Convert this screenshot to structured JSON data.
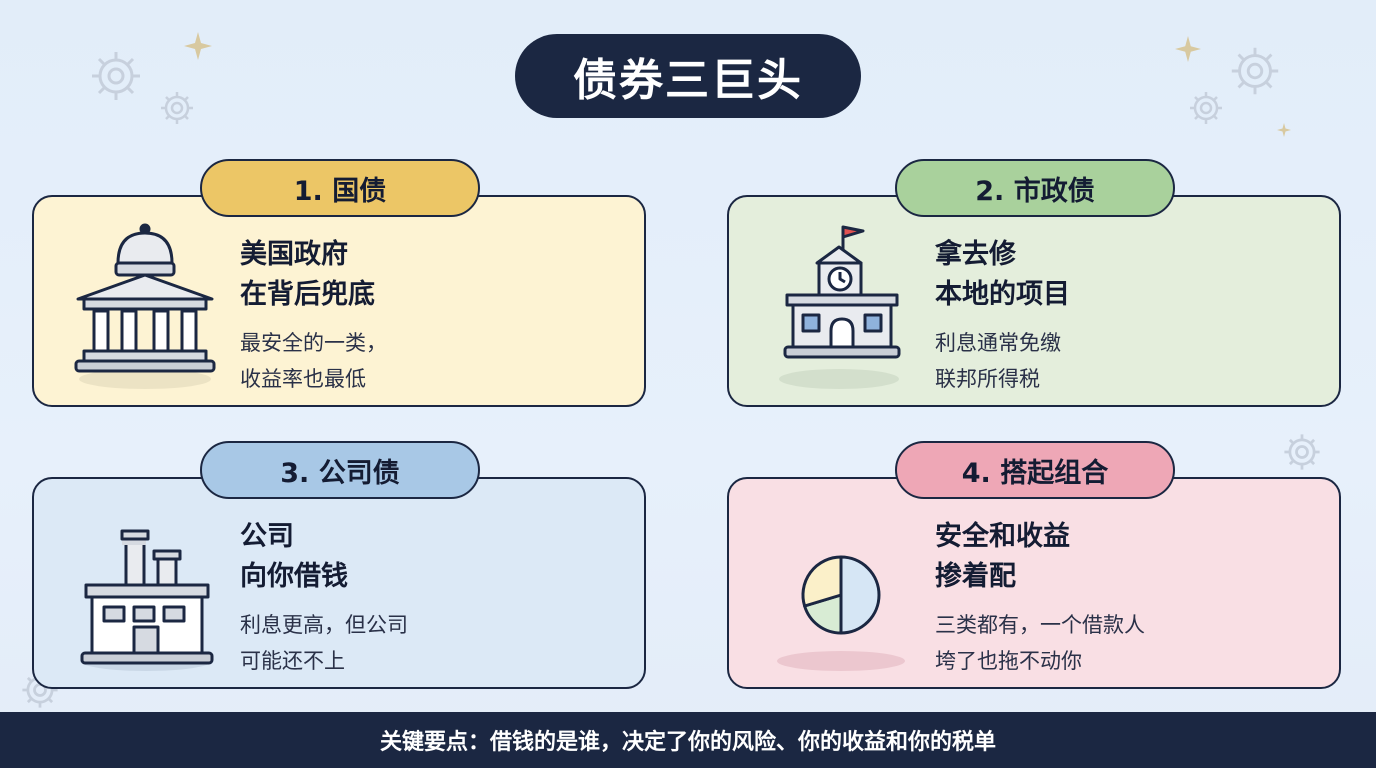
{
  "title": "债券三巨头",
  "cards": [
    {
      "tab": "1. 国债",
      "heading": [
        "美国政府",
        "在背后兜底"
      ],
      "body": [
        "最安全的一类，",
        "收益率也最低"
      ],
      "icon": "government-building-icon",
      "bg": "#fdf3d3",
      "tab_bg": "#ecc666"
    },
    {
      "tab": "2. 市政债",
      "heading": [
        "拿去修",
        "本地的项目"
      ],
      "body": [
        "利息通常免缴",
        "联邦所得税"
      ],
      "icon": "town-hall-icon",
      "bg": "#e4eedc",
      "tab_bg": "#a9d19c"
    },
    {
      "tab": "3. 公司债",
      "heading": [
        "公司",
        "向你借钱"
      ],
      "body": [
        "利息更高，但公司",
        "可能还不上"
      ],
      "icon": "factory-icon",
      "bg": "#dce9f6",
      "tab_bg": "#a8c8e6"
    },
    {
      "tab": "4. 搭起组合",
      "heading": [
        "安全和收益",
        "掺着配"
      ],
      "body": [
        "三类都有，一个借款人",
        "垮了也拖不动你"
      ],
      "icon": "pie-chart-icon",
      "bg": "#f9dfe4",
      "tab_bg": "#eea7b6"
    }
  ],
  "footer": "关键要点：借钱的是谁，决定了你的风险、你的收益和你的税单"
}
